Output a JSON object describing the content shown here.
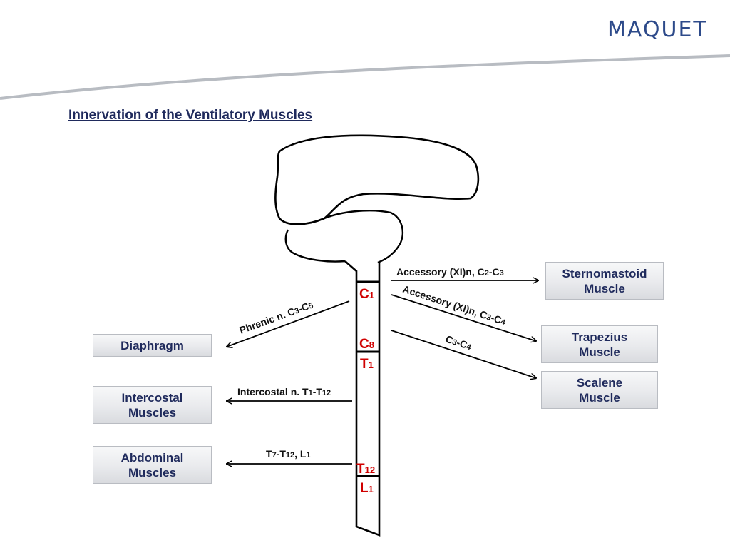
{
  "logo": "MAQUET",
  "title": "Innervation of the Ventilatory Muscles",
  "segments": {
    "c1": {
      "letter": "C",
      "num": "1"
    },
    "c8": {
      "letter": "C",
      "num": "8"
    },
    "t1": {
      "letter": "T",
      "num": "1"
    },
    "t12": {
      "letter": "T",
      "num": "12"
    },
    "l1": {
      "letter": "L",
      "num": "1"
    }
  },
  "muscles": {
    "sternomastoid": "Sternomastoid\nMuscle",
    "trapezius": "Trapezius\nMuscle",
    "scalene": "Scalene\nMuscle",
    "diaphragm": "Diaphragm",
    "intercostal": "Intercostal\nMuscles",
    "abdominal": "Abdominal\nMuscles"
  },
  "nerves": {
    "accessory_c2c3": {
      "pre": "Accessory (XI)n, C",
      "a": "2",
      "mid": "-C",
      "b": "3"
    },
    "accessory_c3c4": {
      "pre": "Accessory (XI)n, C",
      "a": "3",
      "mid": "-C",
      "b": "4"
    },
    "scalene_c3c4": {
      "pre": "C",
      "a": "3",
      "mid": "-C",
      "b": "4"
    },
    "phrenic": {
      "pre": "Phrenic n. C",
      "a": "3",
      "mid": "-C",
      "b": "5"
    },
    "intercostal": {
      "pre": "Intercostal n. T",
      "a": "1",
      "mid": "-T",
      "b": "12"
    },
    "abdominal": {
      "pre": "T",
      "a": "7",
      "mid": "-T",
      "b": "12",
      "post": ", L",
      "c": "1"
    }
  },
  "colors": {
    "accent": "#d00000",
    "title": "#1f2a5c",
    "logo": "#2d4a8a",
    "swoosh": "#b8bcc2"
  }
}
